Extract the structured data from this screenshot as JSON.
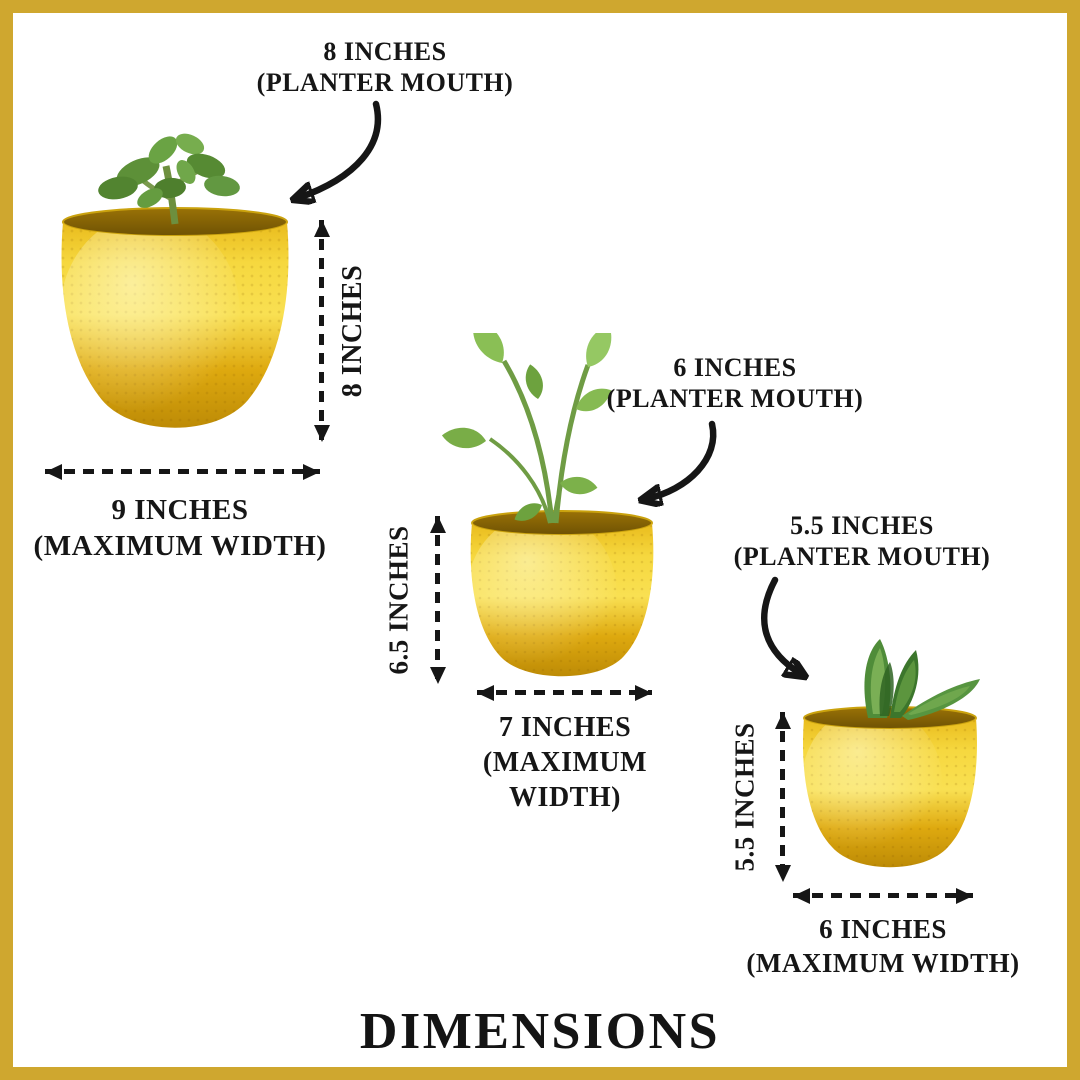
{
  "title": {
    "text": "DIMENSIONS"
  },
  "colors": {
    "frame_gold": "#CFA72F",
    "text": "#161616",
    "pot_gold_light": "#F8DF52",
    "pot_gold_mid": "#E8BC1E",
    "pot_gold_dark": "#BD8B06",
    "leaf_green": "#5d9038"
  },
  "planters": [
    {
      "size_name": "large",
      "plant": "jade-succulent",
      "mouth": {
        "line1": "8 INCHES",
        "line2": "(PLANTER MOUTH)"
      },
      "height_label": "8 INCHES",
      "width": {
        "line1": "9 INCHES",
        "line2": "(MAXIMUM WIDTH)"
      }
    },
    {
      "size_name": "medium",
      "plant": "syngonium",
      "mouth": {
        "line1": "6 INCHES",
        "line2": "(PLANTER MOUTH)"
      },
      "height_label": "6.5 INCHES",
      "width": {
        "line1": "7 INCHES",
        "line2": "(MAXIMUM WIDTH)"
      }
    },
    {
      "size_name": "small",
      "plant": "snake-plant",
      "mouth": {
        "line1": "5.5 INCHES",
        "line2": "(PLANTER MOUTH)"
      },
      "height_label": "5.5 INCHES",
      "width": {
        "line1": "6 INCHES",
        "line2": "(MAXIMUM WIDTH)"
      }
    }
  ]
}
